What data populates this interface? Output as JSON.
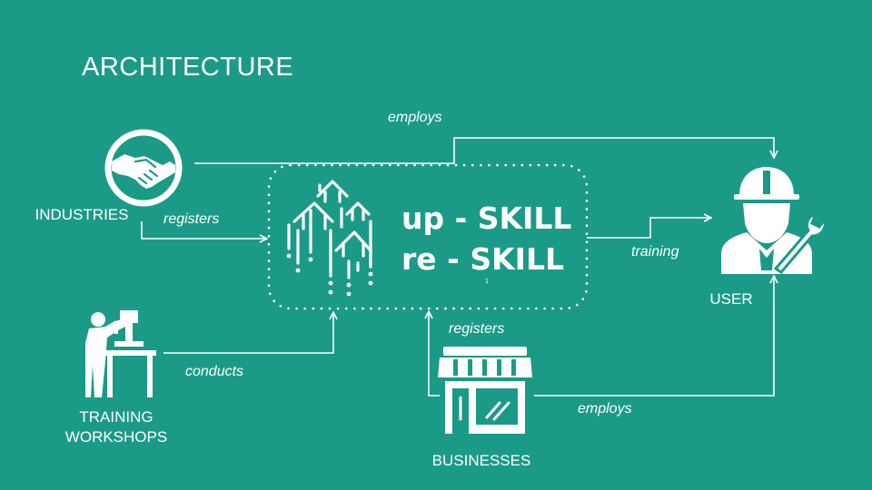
{
  "title": "ARCHITECTURE",
  "nodes": {
    "industries": "INDUSTRIES",
    "training_line1": "TRAINING",
    "training_line2": "WORKSHOPS",
    "businesses": "BUSINESSES",
    "user": "USER"
  },
  "center": {
    "line1": "up - SKILL",
    "line2": "re  - SKILL",
    "footnote": "1"
  },
  "edges": {
    "industries_user": "employs",
    "industries_center": "registers",
    "training_center": "conducts",
    "businesses_center": "registers",
    "center_user": "training",
    "businesses_user": "employs"
  },
  "colors": {
    "background": "#1b9a87",
    "foreground": "#ffffff"
  },
  "icons": [
    "handshake-icon",
    "workshop-icon",
    "shop-icon",
    "engineer-icon",
    "rising-arrows-icon"
  ]
}
